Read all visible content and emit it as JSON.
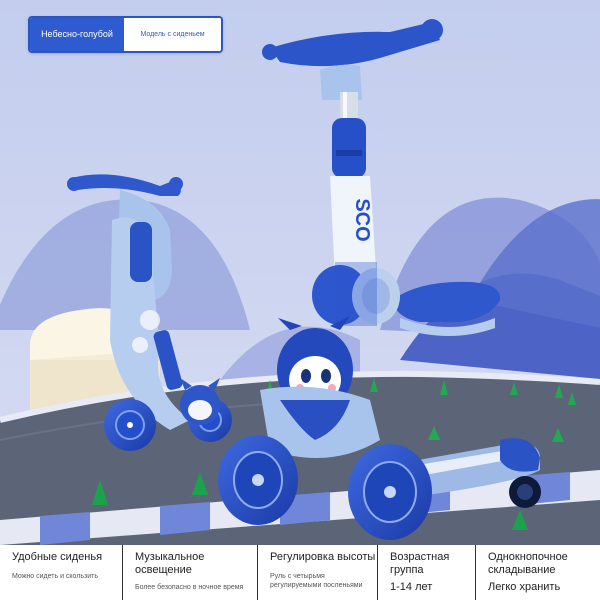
{
  "color_tabs": {
    "active": "Небесно-голубой",
    "inactive": "Модель с сиденьем"
  },
  "scooter_print": "SCO",
  "features": [
    {
      "title": "Удобные сиденья",
      "subtitle": "Можно сидеть и скользить"
    },
    {
      "title": "Музыкальное освещение",
      "subtitle": "Более безопасно в ночное время"
    },
    {
      "title": "Регулировка высоты",
      "subtitle": "Руль с четырьмя регулируемыми посленьями"
    },
    {
      "title": "Возрастная группа",
      "subtitle": "1-14 лет"
    },
    {
      "title": "Однокнопочное складывание",
      "subtitle": "Легко хранить"
    }
  ],
  "colors": {
    "accent_blue": "#2f5bd0",
    "scooter_light_blue": "#a9c4ec",
    "scooter_dark_blue": "#1e46b8",
    "sky": "#c9d2ee"
  }
}
